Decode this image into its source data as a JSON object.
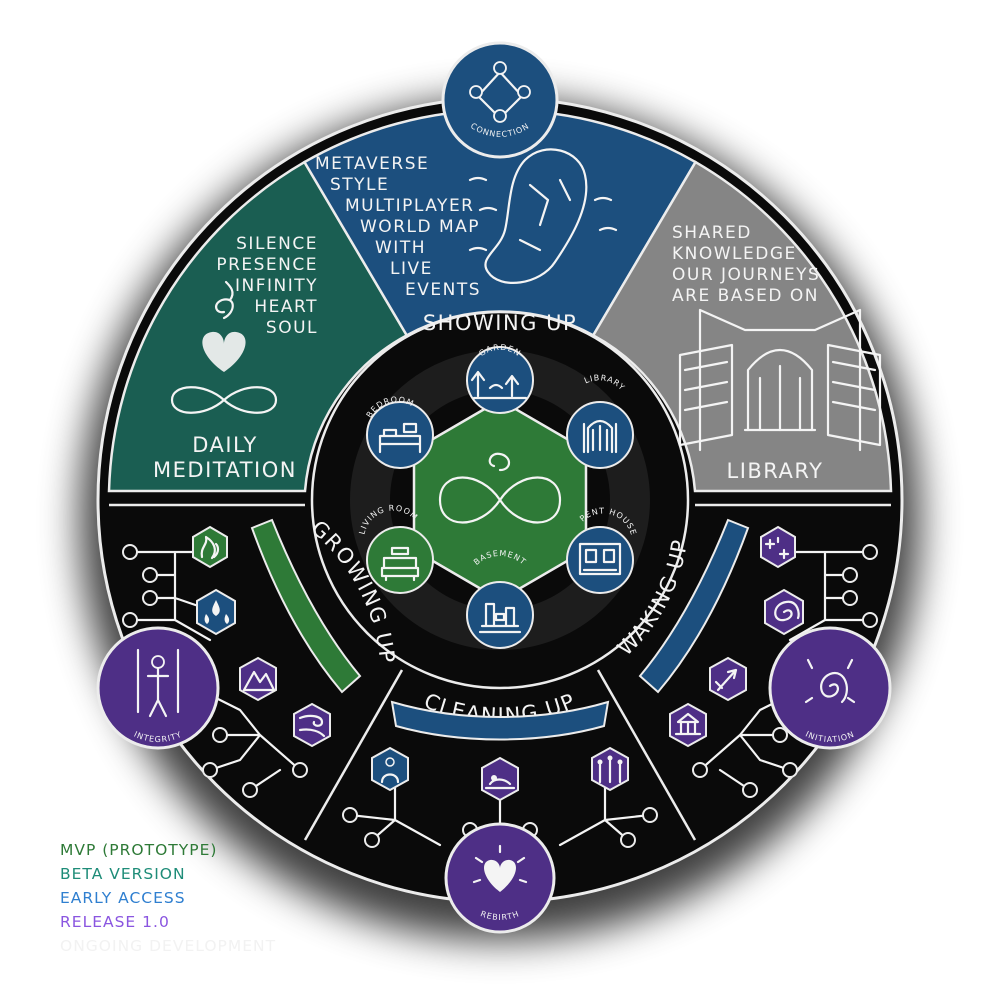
{
  "colors": {
    "mvp": "#2e7a37",
    "beta": "#1a5e52",
    "early": "#1c4f7e",
    "release": "#4e2f86",
    "ongoing": "#858585",
    "ring": "#0a0a0a",
    "line": "#f4f4f4"
  },
  "segments": {
    "daily": {
      "lines": [
        "SILENCE",
        "PRESENCE",
        "INFINITY",
        "HEART",
        "SOUL"
      ],
      "title": [
        "DAILY",
        "MEDITATION"
      ]
    },
    "showing": {
      "lines": [
        "METAVERSE",
        "STYLE",
        "MULTIPLAYER",
        "WORLD MAP",
        "WITH",
        "LIVE",
        "EVENTS"
      ],
      "title": "SHOWING UP"
    },
    "library": {
      "lines": [
        "SHARED",
        "KNOWLEDGE",
        "OUR JOURNEYS",
        "ARE BASED ON"
      ],
      "title": "LIBRARY"
    },
    "growing": {
      "title": "GROWING UP"
    },
    "cleaning": {
      "title": "CLEANING UP"
    },
    "waking": {
      "title": "WAKING UP"
    }
  },
  "badges": {
    "connection": "CONNECTION",
    "integrity": "INTEGRITY",
    "rebirth": "REBIRTH",
    "initiation": "INITIATION"
  },
  "rooms": {
    "garden": "GARDEN",
    "library": "LIBRARY",
    "penthouse": "PENT HOUSE",
    "basement": "BASEMENT",
    "livingroom": "LIVING ROOM",
    "bedroom": "BEDROOM"
  },
  "legend": [
    {
      "label": "MVP (PROTOTYPE)",
      "color": "#2e7a37"
    },
    {
      "label": "BETA VERSION",
      "color": "#1e8c78"
    },
    {
      "label": "EARLY ACCESS",
      "color": "#2f7fd0"
    },
    {
      "label": "RELEASE 1.0",
      "color": "#8a55e0"
    },
    {
      "label": "ONGOING DEVELOPMENT",
      "color": "#f2f2f2"
    }
  ]
}
